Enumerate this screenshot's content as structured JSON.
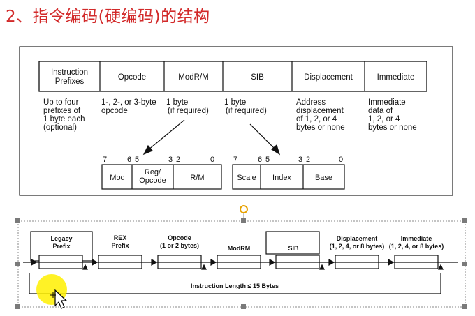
{
  "title": "2、指令编码(硬编码)的结构",
  "fig1": {
    "header_cells": [
      "Instruction\nPrefixes",
      "Opcode",
      "ModR/M",
      "SIB",
      "Displacement",
      "Immediate"
    ],
    "descriptions": [
      [
        "Up to four",
        "prefixes of",
        "1 byte each",
        "(optional)"
      ],
      [
        "1-, 2-, or 3-byte",
        "opcode"
      ],
      [
        "1 byte",
        "(if required)"
      ],
      [
        "1 byte",
        "(if required)"
      ],
      [
        "Address",
        "displacement",
        "of 1, 2, or 4",
        "bytes or none"
      ],
      [
        "Immediate",
        "data of",
        "1, 2, or 4",
        "bytes or none"
      ]
    ],
    "modrm": {
      "bits": [
        "7",
        "6",
        "5",
        "3",
        "2",
        "0"
      ],
      "fields": [
        "Mod",
        "Reg/\nOpcode",
        "R/M"
      ]
    },
    "sib": {
      "bits": [
        "7",
        "6",
        "5",
        "3",
        "2",
        "0"
      ],
      "fields": [
        "Scale",
        "Index",
        "Base"
      ]
    }
  },
  "fig2": {
    "labels": [
      "Legacy\nPrefix",
      "REX\nPrefix",
      "Opcode\n(1 or 2 bytes)",
      "ModRM",
      "SIB",
      "Displacement\n(1, 2, 4, or 8 bytes)",
      "Immediate\n(1, 2, 4, or 8 bytes)"
    ],
    "length_label": "Instruction Length ≤ 15 Bytes"
  },
  "colors": {
    "title": "#d22a2a",
    "handle": "#7a7a7a",
    "rotate": "#e8a200",
    "cursor": "#fff000"
  }
}
